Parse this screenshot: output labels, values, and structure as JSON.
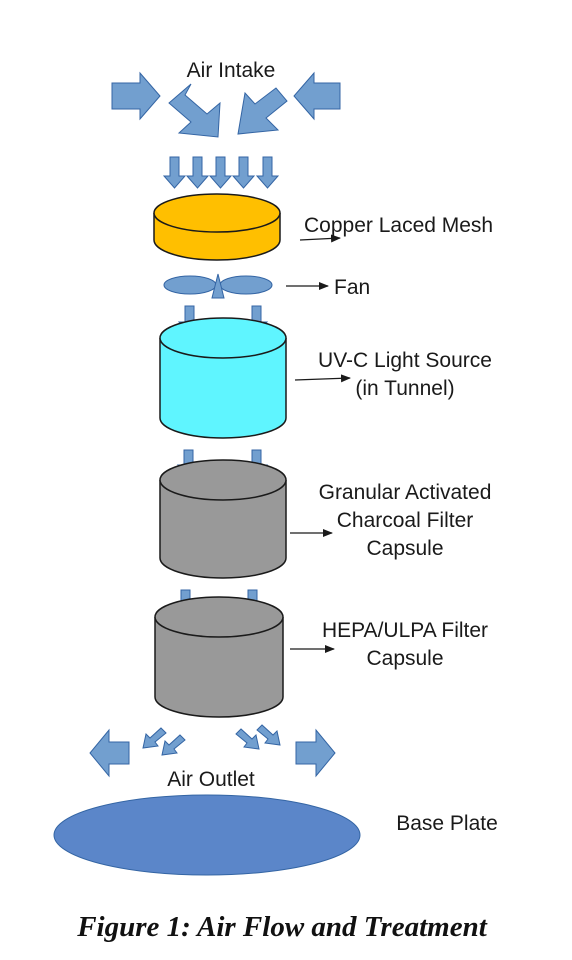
{
  "colors": {
    "arrow": "#729fcf",
    "arrow_stroke": "#3465a4",
    "mesh": "#ffbf00",
    "uv": "#5ff5ff",
    "filter": "#999999",
    "base": "#5b86c9",
    "outline": "#1a1a1a"
  },
  "labels": {
    "air_intake": "Air Intake",
    "copper_mesh": "Copper Laced Mesh",
    "fan": "Fan",
    "uv_line1": "UV-C Light Source",
    "uv_line2": "(in Tunnel)",
    "charcoal_line1": "Granular Activated",
    "charcoal_line2": "Charcoal Filter",
    "charcoal_line3": "Capsule",
    "hepa_line1": "HEPA/ULPA Filter",
    "hepa_line2": "Capsule",
    "air_outlet": "Air Outlet",
    "base_plate": "Base Plate"
  },
  "caption": "Figure 1: Air Flow and Treatment"
}
